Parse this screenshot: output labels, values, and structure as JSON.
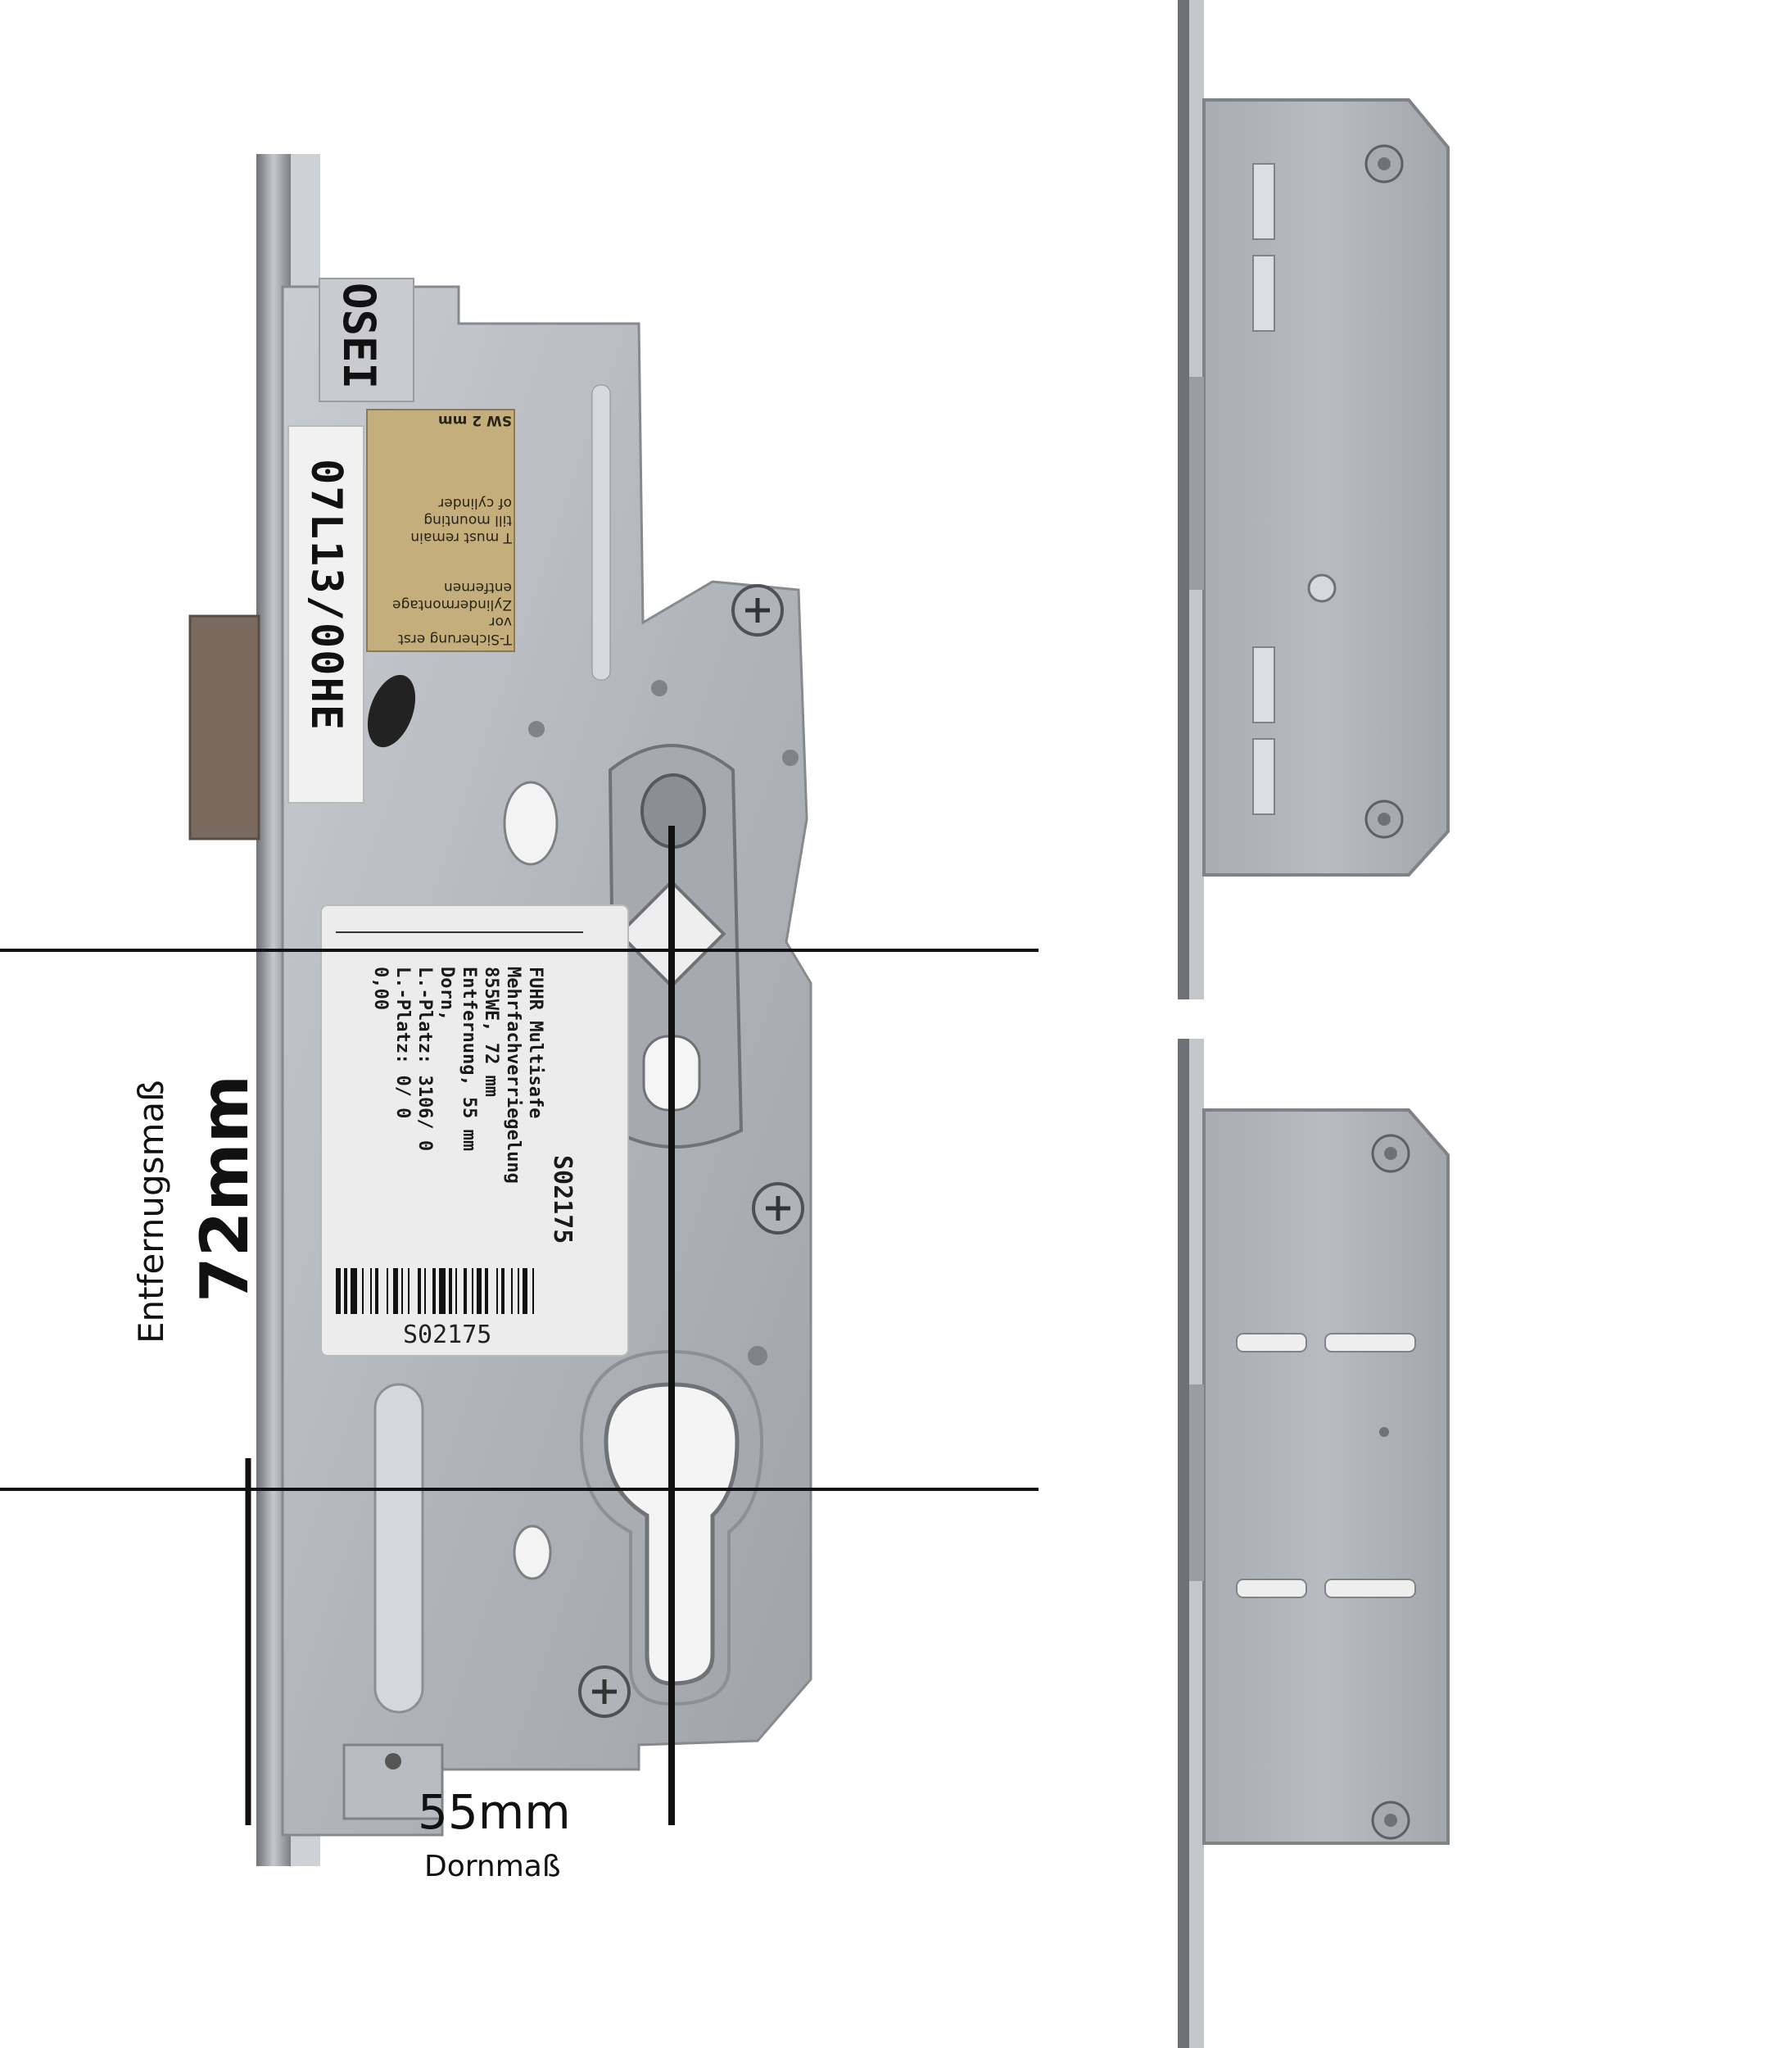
{
  "annotations": {
    "distance_label": "Entfernugsmaß",
    "distance_value": "72mm",
    "backset_value": "55mm",
    "backset_label": "Dornmaß"
  },
  "labels": {
    "vertical_tag": "07L13/00HE",
    "top_tag": "OSEI",
    "gold_sticker": {
      "de_line1": "T-Sicherung erst",
      "de_line2": "vor Zylindermontage",
      "de_line3": "entfernen",
      "en_line1": "T must remain",
      "en_line2": "till mounting",
      "en_line3": "of cylinder",
      "tool": "SW 2 mm"
    },
    "product_sticker": {
      "code": "S02175",
      "line1": "FUHR Multisafe",
      "line2": "Mehrfachverriegelung",
      "line3": "855WE, 72 mm",
      "line4": "Entfernung, 55 mm",
      "line5": "Dorn,",
      "line6": "L.-Platz: 3106/ 0",
      "line7": "L.-Platz: 0/ 0",
      "line8": "0,00",
      "barcode_text": "S02175"
    }
  },
  "colors": {
    "metal": "#b4b8bc",
    "metal_dark": "#8c9095",
    "metal_light": "#d3d6d9",
    "rubber": "#7a6a5e",
    "gold": "#c4ae7c",
    "line": "#111111"
  }
}
